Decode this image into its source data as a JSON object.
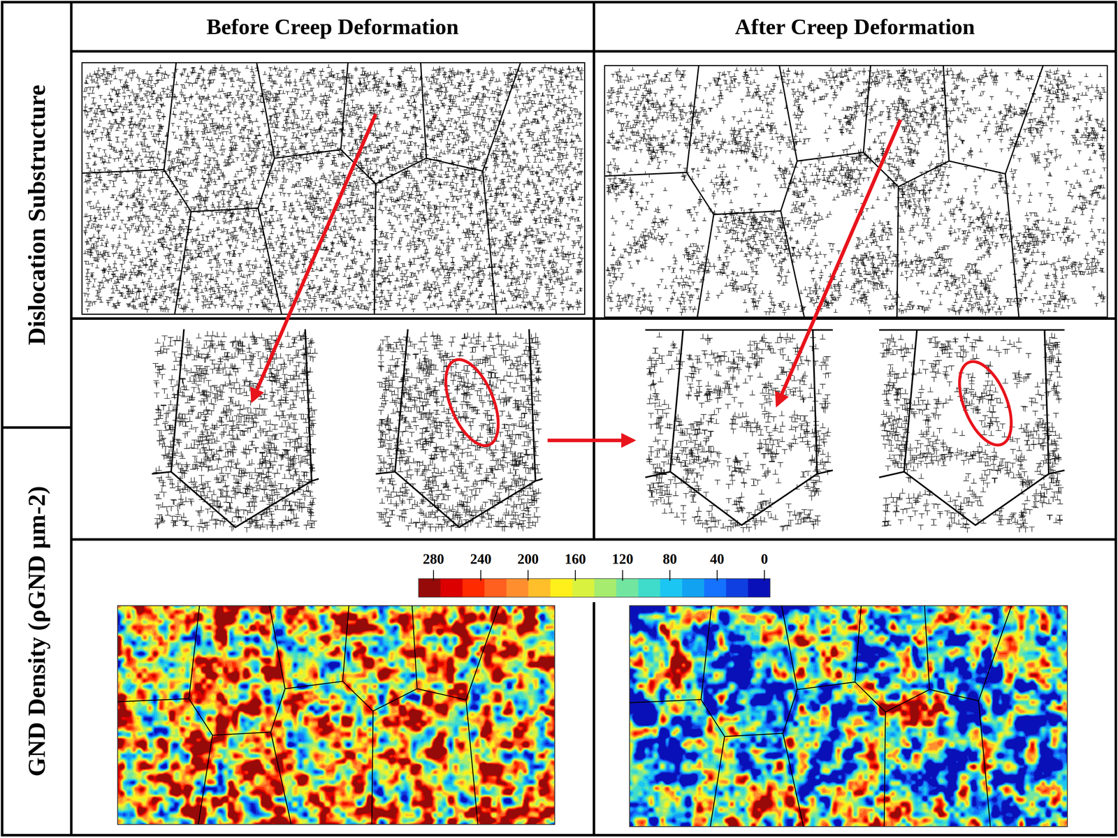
{
  "diagram": {
    "nodes": [
      {
        "text": [
          "Before Creep Deformation"
        ]
      },
      {
        "text": [
          "After Creep Deformation"
        ]
      },
      {
        "text": [
          "Dislocation Substructure"
        ]
      },
      {
        "text": [
          "GND Density (ρGND μm-2)"
        ]
      }
    ],
    "labels": [
      "280",
      "240",
      "200",
      "160",
      "120",
      "80",
      "40",
      "0"
    ]
  }
}
